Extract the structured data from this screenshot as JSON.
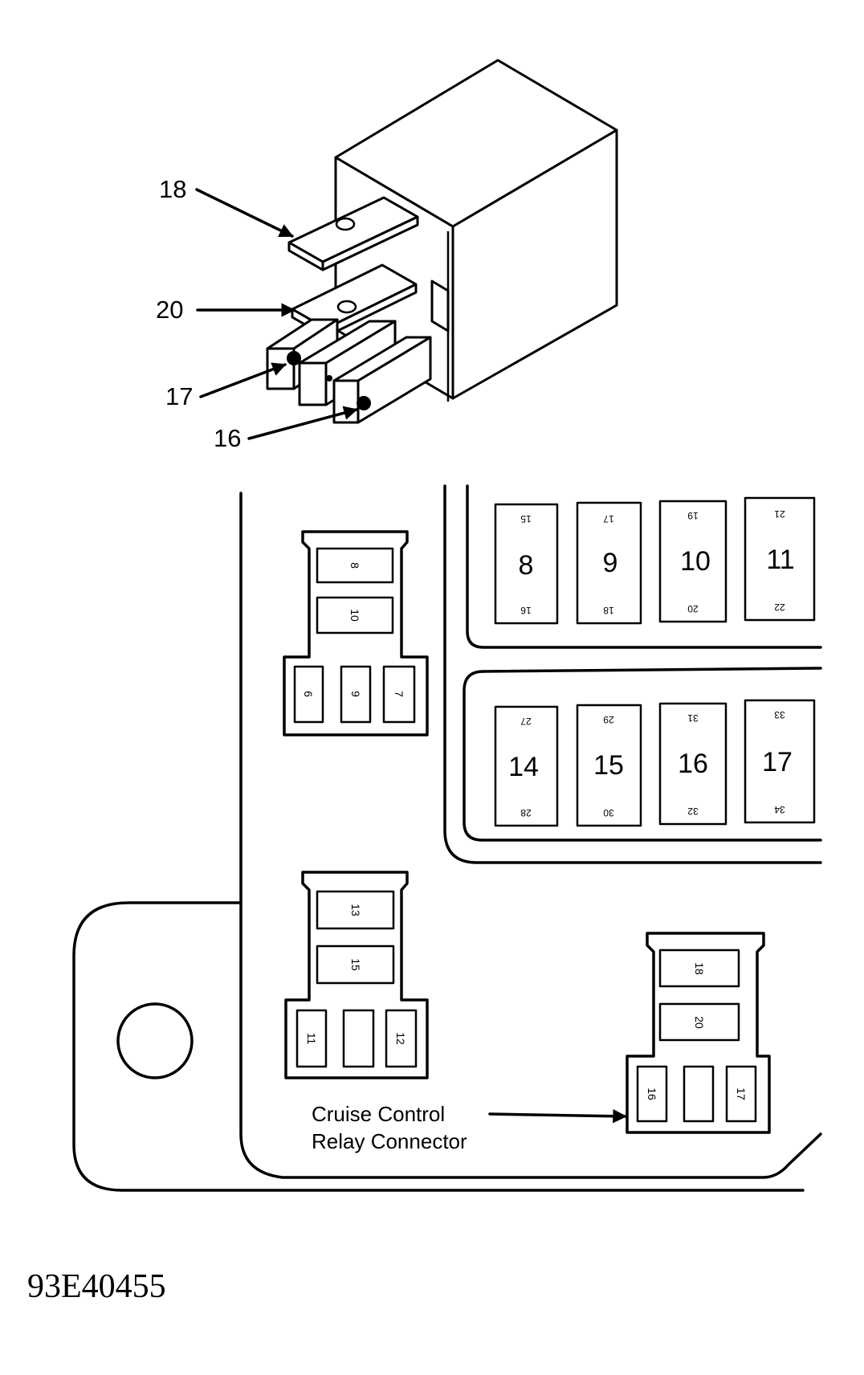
{
  "relay": {
    "terminal_labels": [
      "18",
      "20",
      "17",
      "16"
    ]
  },
  "fuses": {
    "top_row": [
      {
        "number": "8",
        "top": "15",
        "bottom": "16"
      },
      {
        "number": "9",
        "top": "17",
        "bottom": "18"
      },
      {
        "number": "10",
        "top": "19",
        "bottom": "20"
      },
      {
        "number": "11",
        "top": "21",
        "bottom": "22"
      }
    ],
    "bottom_row": [
      {
        "number": "14",
        "top": "27",
        "bottom": "28"
      },
      {
        "number": "15",
        "top": "29",
        "bottom": "30"
      },
      {
        "number": "16",
        "top": "31",
        "bottom": "32"
      },
      {
        "number": "17",
        "top": "33",
        "bottom": "34"
      }
    ]
  },
  "connectors": [
    {
      "upper": [
        "8",
        "10"
      ],
      "lower": [
        "6",
        "9",
        "7"
      ]
    },
    {
      "upper": [
        "13",
        "15"
      ],
      "lower": [
        "11",
        "",
        "12"
      ]
    },
    {
      "upper": [
        "18",
        "20"
      ],
      "lower": [
        "16",
        "",
        "17"
      ]
    }
  ],
  "callout": {
    "line1": "Cruise Control",
    "line2": "Relay Connector"
  },
  "figure_code": "93E40455"
}
